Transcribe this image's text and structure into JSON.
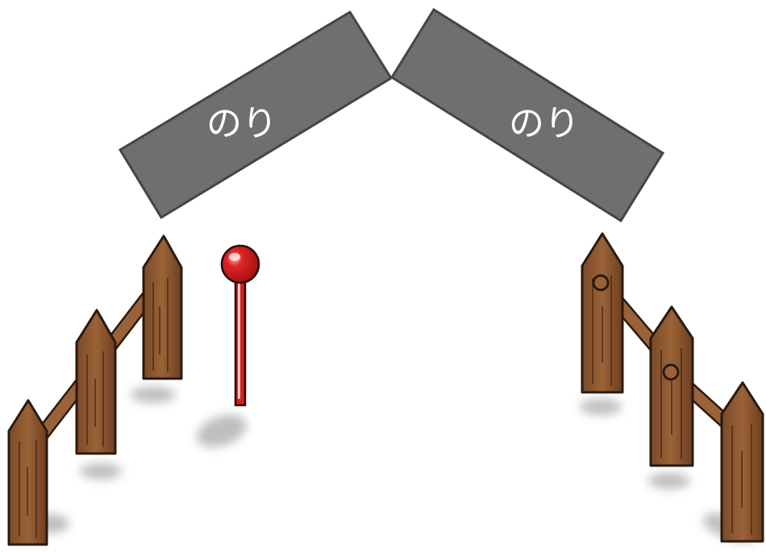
{
  "boards": [
    {
      "label": "のり"
    },
    {
      "label": "のり"
    }
  ],
  "colors": {
    "board_fill": "#6f6f6f",
    "board_stroke": "#4a4a4a",
    "board_text": "#ffffff",
    "wood": "#8a5530",
    "wood_dark": "#6a3d1e",
    "wood_light": "#b27a4e",
    "pin_head": "#d81e1e",
    "pin_stick": "#d42020",
    "shadow": "#9a9a9a",
    "background": "#ffffff"
  },
  "objects": {
    "pin": "pin-icon",
    "left_fence": "wooden-fence",
    "right_fence": "wooden-fence"
  }
}
